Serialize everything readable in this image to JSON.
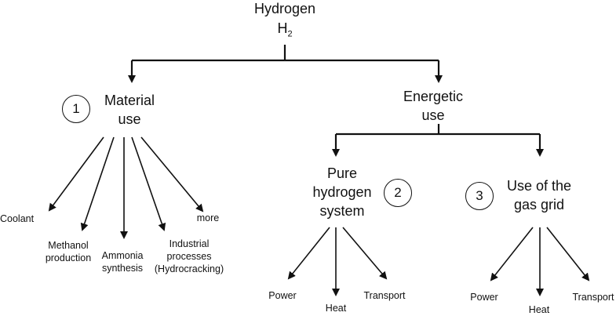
{
  "root": {
    "title": "Hydrogen",
    "formula_base": "H",
    "formula_sub": "2"
  },
  "material_use": {
    "number": "1",
    "title_line1": "Material",
    "title_line2": "use",
    "leaves": {
      "coolant": "Coolant",
      "methanol_line1": "Methanol",
      "methanol_line2": "production",
      "ammonia_line1": "Ammonia",
      "ammonia_line2": "synthesis",
      "industrial_line1": "Industrial",
      "industrial_line2": "processes",
      "industrial_line3": "(Hydrocracking)",
      "more": "more"
    }
  },
  "energetic_use": {
    "title_line1": "Energetic",
    "title_line2": "use",
    "pure_hydrogen": {
      "number": "2",
      "title_line1": "Pure",
      "title_line2": "hydrogen",
      "title_line3": "system",
      "leaves": {
        "power": "Power",
        "heat": "Heat",
        "transport": "Transport"
      }
    },
    "gas_grid": {
      "number": "3",
      "title_line1": "Use of the",
      "title_line2": "gas grid",
      "leaves": {
        "power": "Power",
        "heat": "Heat",
        "transport": "Transport"
      }
    }
  }
}
